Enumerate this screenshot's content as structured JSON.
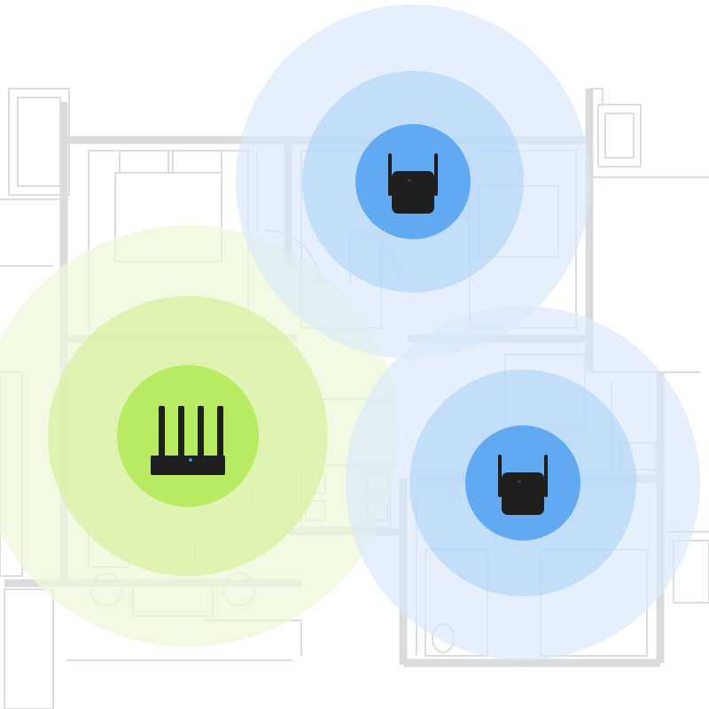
{
  "colors": {
    "background": "#ffffff",
    "wall": "#d9dadc",
    "wall_light": "#e6e7e9",
    "router_coverage_outer": "#eef8d9",
    "router_coverage_mid": "#d9f2a6",
    "router_coverage_inner": "#b8ea62",
    "extender_coverage_outer": "#d8e9fb",
    "extender_coverage_mid": "#b3d6f8",
    "extender_coverage_inner": "#61aaf2",
    "device": "#1e1e1e",
    "led": "#4aa3ff"
  },
  "devices": [
    {
      "kind": "router",
      "icon": "router-icon",
      "antennas": 4
    },
    {
      "kind": "extender",
      "icon": "range-extender-icon",
      "antennas": 2
    },
    {
      "kind": "extender",
      "icon": "range-extender-icon",
      "antennas": 2
    }
  ]
}
